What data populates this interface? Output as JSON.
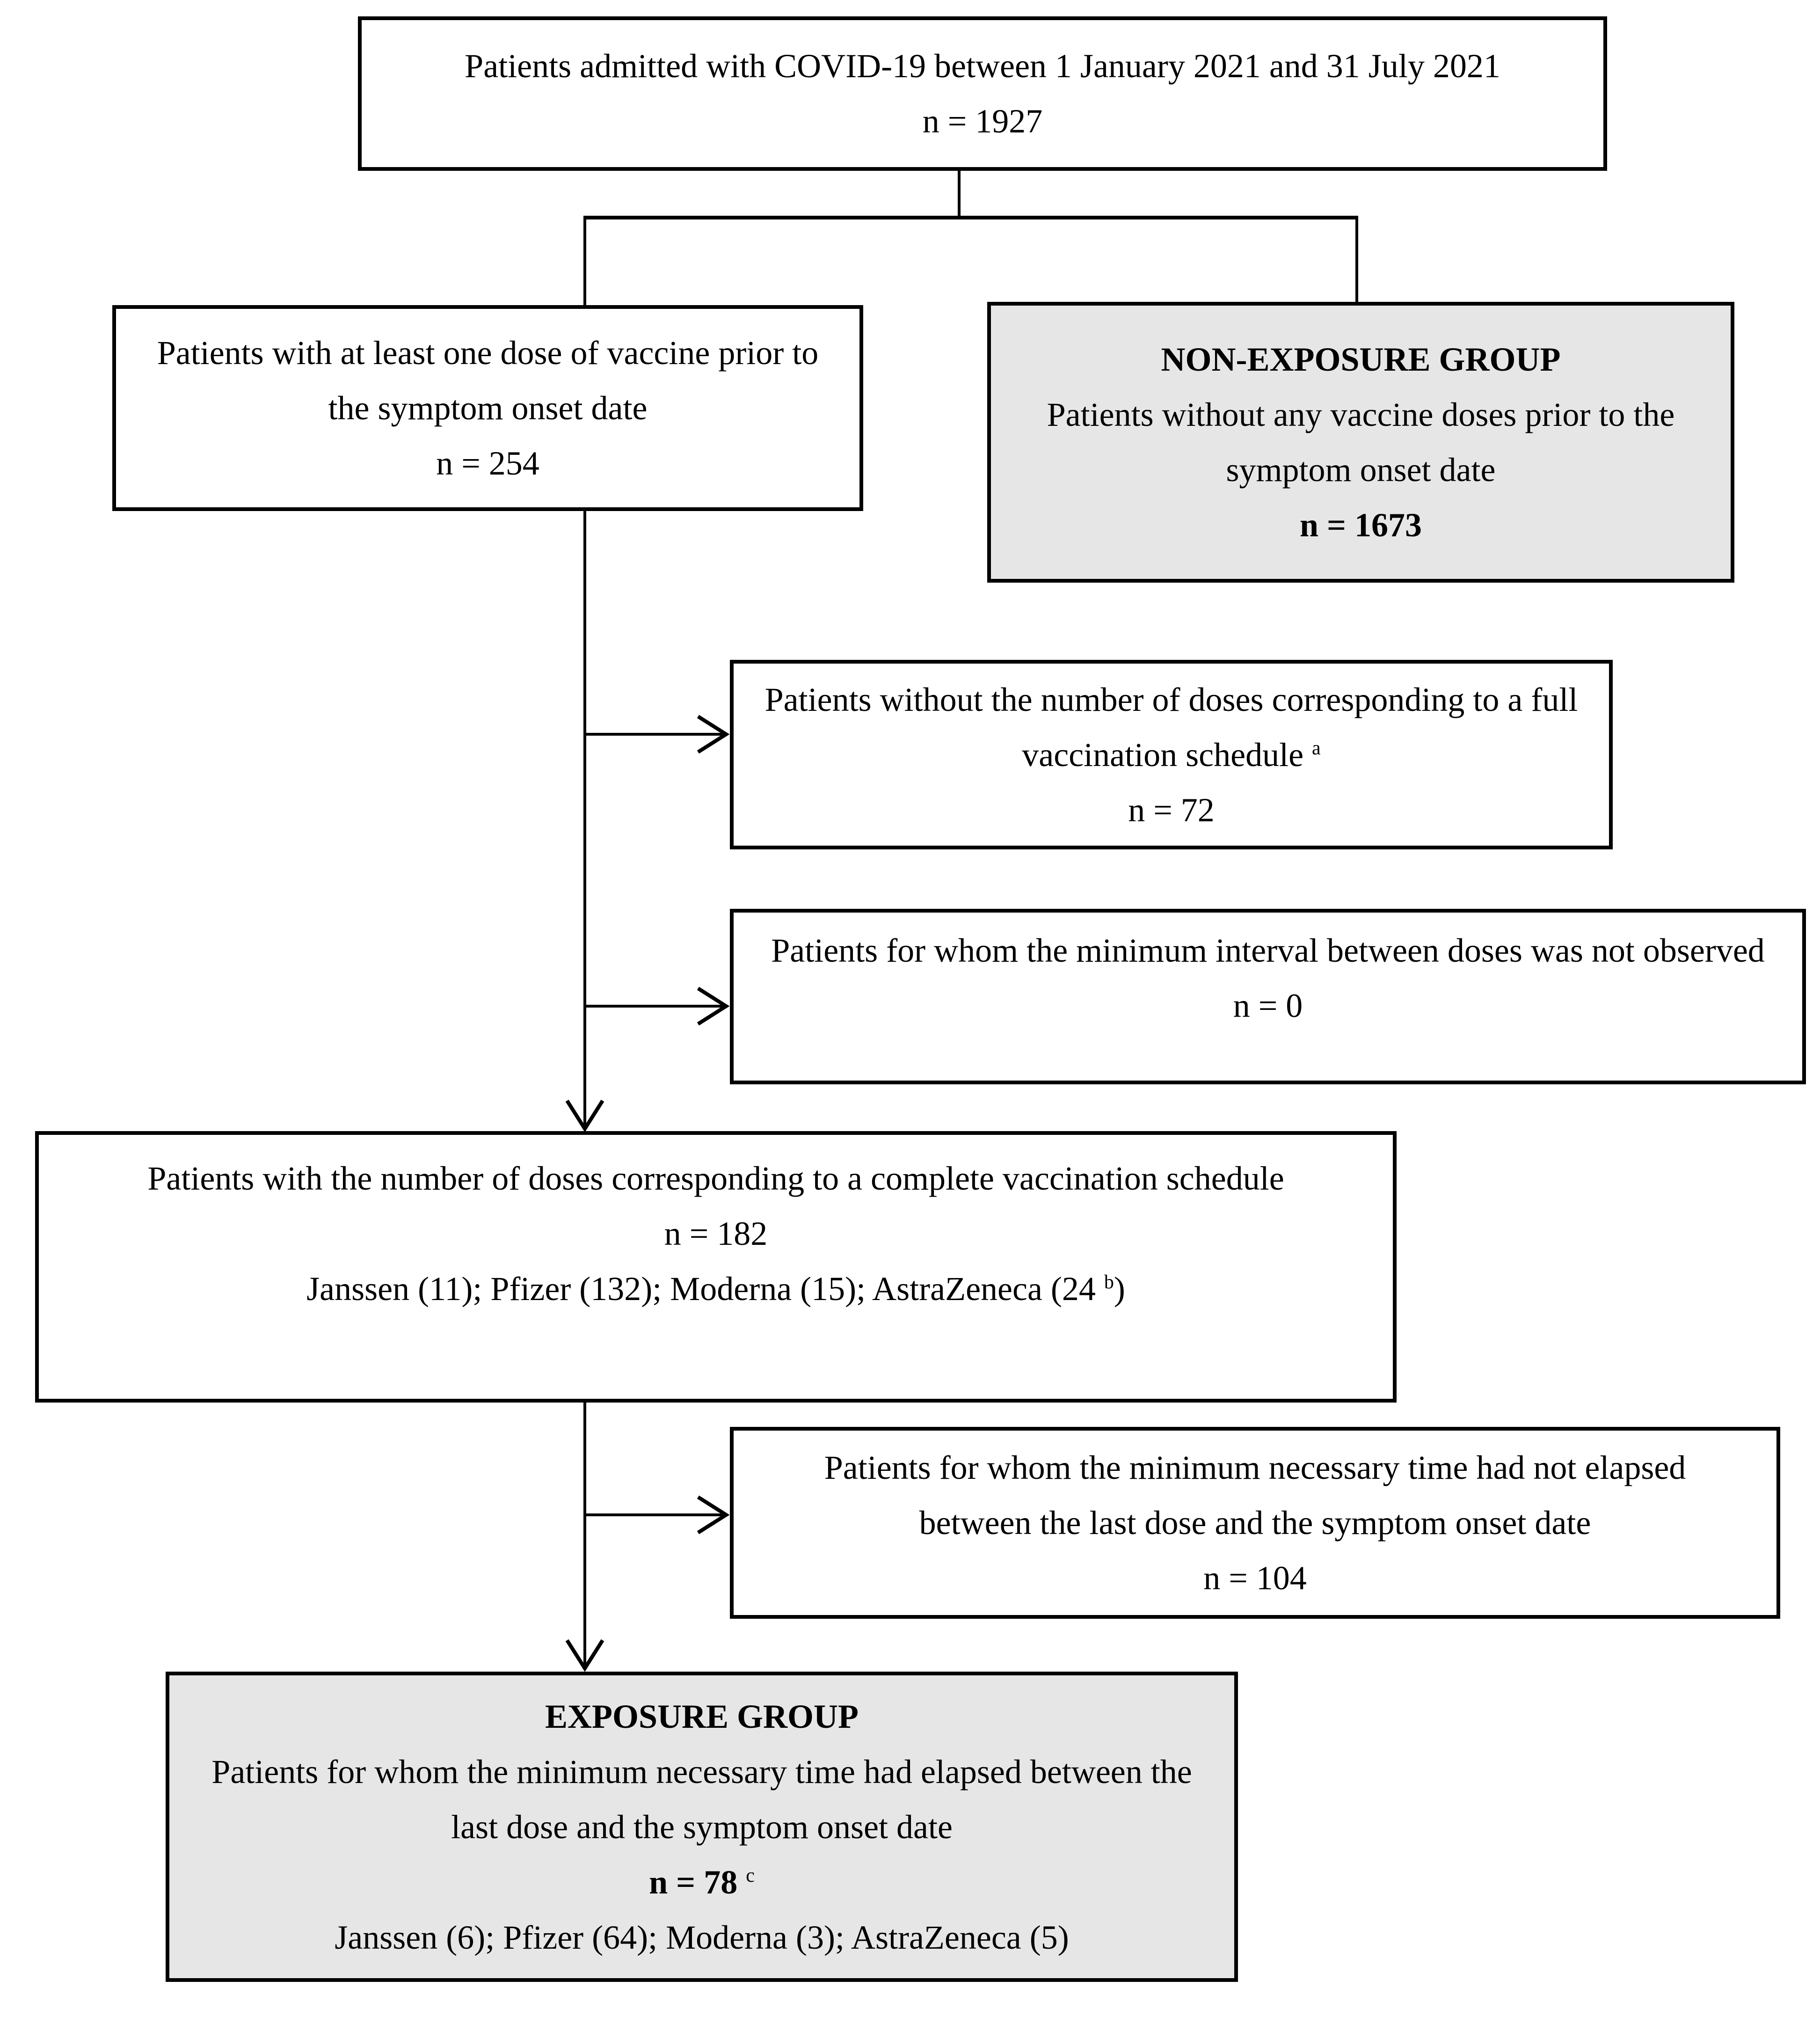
{
  "canvas": {
    "background": "#ffffff",
    "box_border_color": "#000000",
    "group_box_fill": "#e6e6e6",
    "text_color": "#000000"
  },
  "boxes": {
    "admitted": {
      "line1": "Patients admitted with COVID-19 between 1 January 2021 and 31 July 2021",
      "n": "n = 1927"
    },
    "one_dose": {
      "line1": "Patients with at least one dose of vaccine prior to",
      "line2": "the symptom onset date",
      "n": "n = 254"
    },
    "non_exposure": {
      "title": "NON-EXPOSURE GROUP",
      "line1": "Patients without any vaccine doses prior to the",
      "line2": "symptom onset date",
      "n": "n = 1673"
    },
    "not_full_schedule": {
      "line1": "Patients without the number of doses corresponding to a full",
      "line2_prefix": "vaccination schedule ",
      "line2_sup": "a",
      "n": "n = 72"
    },
    "min_interval": {
      "line1": "Patients for whom the minimum interval between doses was not observed",
      "n": "n = 0"
    },
    "complete_schedule": {
      "line1": "Patients with the number of doses corresponding to a complete vaccination schedule",
      "n": "n = 182",
      "vaccines_prefix": "Janssen (11); Pfizer (132); Moderna (15); AstraZeneca (24 ",
      "vaccines_sup": "b",
      "vaccines_suffix": ")"
    },
    "time_not_elapsed": {
      "line1": "Patients for whom the minimum necessary time had not elapsed",
      "line2": "between the last dose and the symptom onset date",
      "n": "n = 104"
    },
    "exposure": {
      "title": "EXPOSURE GROUP",
      "line1": "Patients for whom the minimum necessary time had elapsed between the",
      "line2": "last dose and the symptom onset date",
      "n_prefix": "n = 78 ",
      "n_sup": "c",
      "vaccines": "Janssen (6); Pfizer (64); Moderna (3); AstraZeneca (5)"
    }
  }
}
